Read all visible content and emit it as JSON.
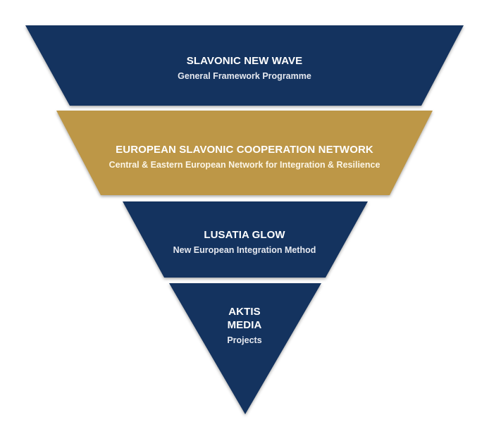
{
  "colors": {
    "navy": "#14335f",
    "gold": "#bd9747",
    "text": "#ffffff"
  },
  "levels": [
    {
      "title": "SLAVONIC NEW WAVE",
      "subtitle": "General Framework Programme",
      "color": "navy"
    },
    {
      "title": "EUROPEAN SLAVONIC COOPERATION NETWORK",
      "subtitle": "Central & Eastern European Network for Integration & Resilience",
      "color": "gold"
    },
    {
      "title": "LUSATIA GLOW",
      "subtitle": "New European Integration Method",
      "color": "navy"
    },
    {
      "title_line1": "AKTIS",
      "title_line2": "MEDIA",
      "subtitle": "Projects",
      "color": "navy"
    }
  ]
}
